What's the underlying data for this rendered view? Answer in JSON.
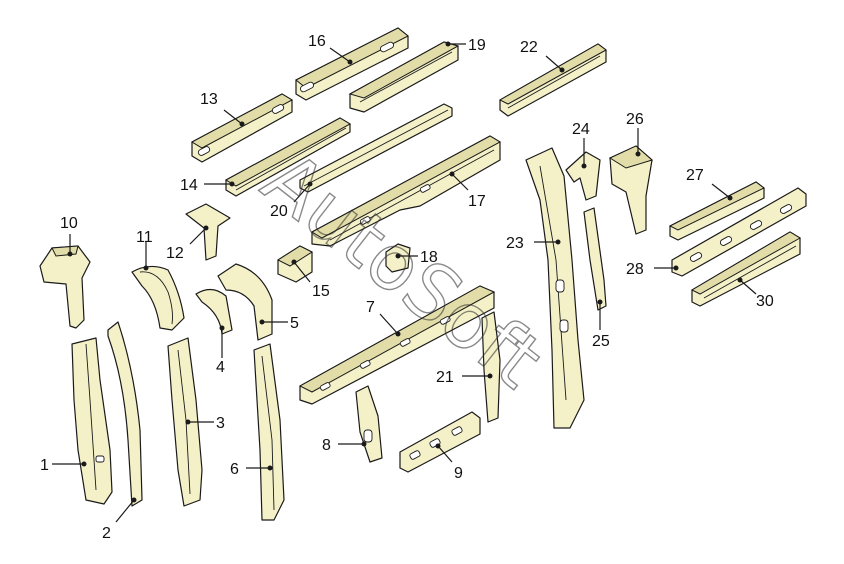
{
  "watermark": "AutoSoft",
  "callouts": {
    "p1": "1",
    "p2": "2",
    "p3": "3",
    "p4": "4",
    "p5": "5",
    "p6": "6",
    "p7": "7",
    "p8": "8",
    "p9": "9",
    "p10": "10",
    "p11": "11",
    "p12": "12",
    "p13": "13",
    "p14": "14",
    "p15": "15",
    "p16": "16",
    "p17": "17",
    "p18": "18",
    "p19": "19",
    "p20": "20",
    "p21": "21",
    "p22": "22",
    "p23": "23",
    "p24": "24",
    "p25": "25",
    "p26": "26",
    "p27": "27",
    "p28": "28",
    "p29": "30"
  }
}
